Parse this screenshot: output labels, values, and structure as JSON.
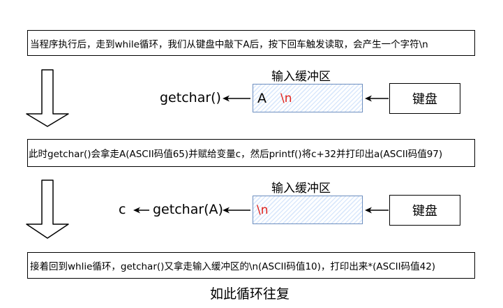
{
  "step1": {
    "text": "当程序执行后，走到while循环，我们从键盘中敲下A后，按下回车触发读取，会产生一个字符\\n"
  },
  "step2": {
    "text": "此时getchar()会拿走A(ASCII码值65)并赋给变量c，然后printf()将c+32并打印出a(ASCII码值97)"
  },
  "step3": {
    "text": "接着回到whlie循环，getchar()又拿走输入缓冲区的\\n(ASCII码值10)，打印出来*(ASCII码值42)"
  },
  "stage1": {
    "buffer_title": "输入缓冲区",
    "buffer_chars": [
      "A",
      "\\n"
    ],
    "function_label": "getchar()",
    "keyboard_label": "键盘"
  },
  "stage2": {
    "buffer_title": "输入缓冲区",
    "buffer_chars": [
      "\\n"
    ],
    "function_label": "getchar(A)",
    "variable_label": "c",
    "keyboard_label": "键盘"
  },
  "footer": {
    "text": "如此循环往复"
  },
  "colors": {
    "newline_char": "#e0201b",
    "buffer_fill": "#dae8fc",
    "buffer_stroke": "#6c8ebf"
  }
}
